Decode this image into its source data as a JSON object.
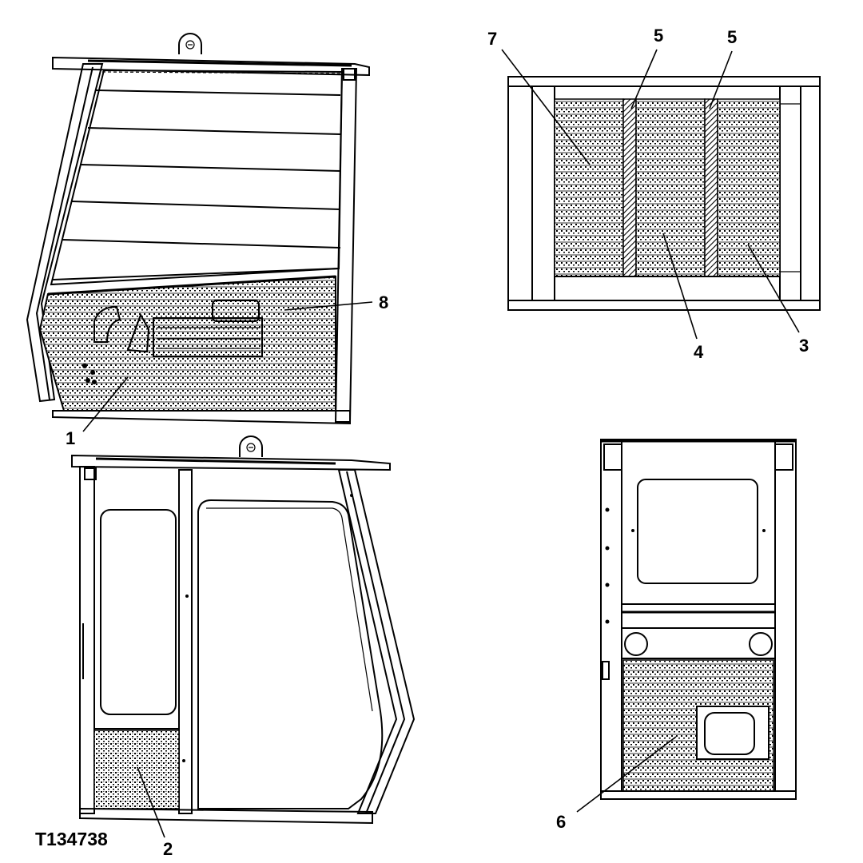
{
  "figure_code": "T134738",
  "callouts": {
    "c1": "1",
    "c2": "2",
    "c3": "3",
    "c4": "4",
    "c5a": "5",
    "c5b": "5",
    "c6": "6",
    "c7": "7",
    "c8": "8"
  },
  "colors": {
    "ink": "#000000",
    "paper": "#ffffff"
  },
  "views": [
    "cab-side-view-left",
    "cab-rear-view",
    "cab-side-view-right-door",
    "cab-front-view"
  ]
}
